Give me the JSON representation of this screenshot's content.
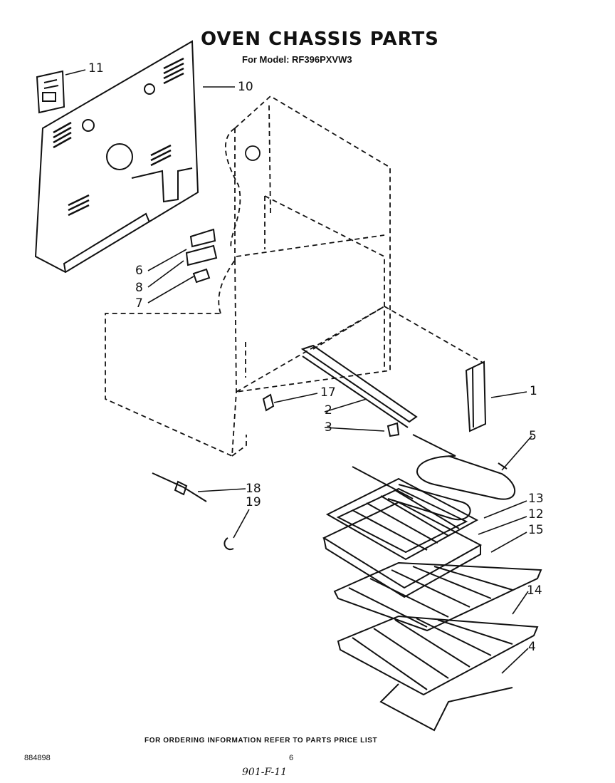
{
  "header": {
    "title": "OVEN CHASSIS PARTS",
    "model_line": "For Model: RF396PXVW3"
  },
  "callouts": [
    "11",
    "10",
    "6",
    "8",
    "7",
    "1",
    "17",
    "2",
    "3",
    "5",
    "18",
    "19",
    "13",
    "12",
    "15",
    "14",
    "4"
  ],
  "footer": {
    "ordering_note": "FOR ORDERING INFORMATION REFER TO PARTS PRICE LIST",
    "doc_number": "884898",
    "page_number": "6",
    "handwritten_note": "901-F-11"
  }
}
